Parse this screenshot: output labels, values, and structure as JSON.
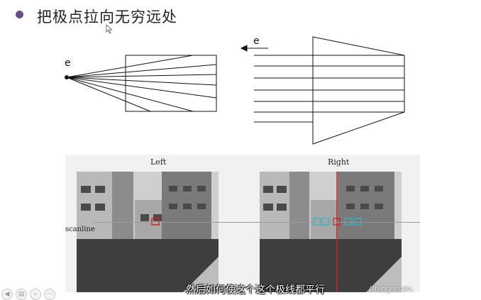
{
  "slide": {
    "title": "把极点拉向无穷远处",
    "left_diagram_label": "e",
    "right_diagram_label": "e"
  },
  "figure": {
    "left_caption": "Left",
    "right_caption": "Right",
    "scanline_label": "scanline"
  },
  "subtitle": "然后如何使这个这个极线都平行",
  "watermark": "//blog.csdn.",
  "toolbar": {
    "items": [
      "back-icon",
      "slides-icon",
      "zoom-icon",
      "menu-icon"
    ]
  },
  "colors": {
    "bullet": "#6a4c8e",
    "left_match_box": "#d32020",
    "right_match_boxes": "#2bb8c8",
    "right_epipolar_line": "#d32020"
  }
}
